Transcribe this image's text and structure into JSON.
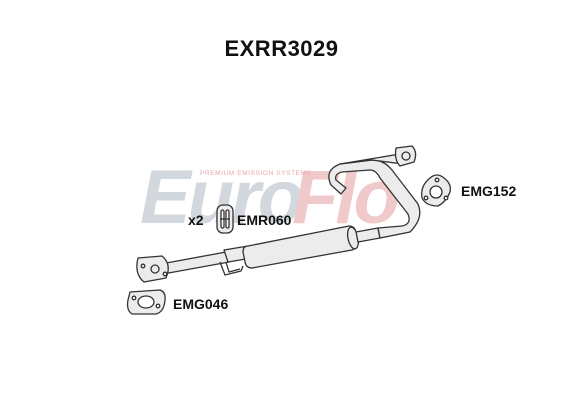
{
  "title": "EXRR3029",
  "watermark": {
    "brand_part1": "Euro",
    "brand_part2": "Flo",
    "tagline": "PREMIUM EMISSION SYSTEMS",
    "colors": {
      "euro": "#d3d8df",
      "flo": "#f0caca"
    }
  },
  "parts": {
    "main_pipe": {
      "icon": "exhaust-pipe-with-silencer"
    },
    "rubber_mount": {
      "quantity": "x2",
      "code": "EMR060",
      "icon": "rubber-hanger"
    },
    "gasket_front": {
      "code": "EMG046",
      "icon": "two-bolt-gasket"
    },
    "gasket_rear": {
      "code": "EMG152",
      "icon": "three-bolt-gasket"
    }
  },
  "colors": {
    "line": "#333333",
    "fill": "#ececec",
    "text": "#111111"
  }
}
